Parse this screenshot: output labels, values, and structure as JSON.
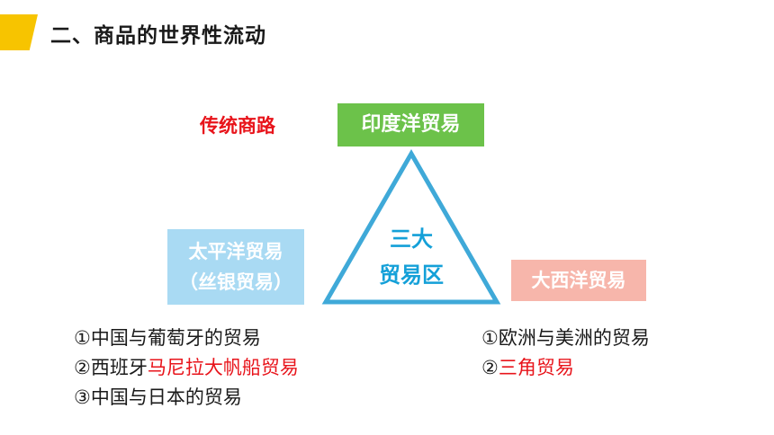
{
  "header": {
    "title": "二、商品的世界性流动"
  },
  "diagram": {
    "traditional_label": "传统商路",
    "indian_ocean": "印度洋贸易",
    "pacific_line1": "太平洋贸易",
    "pacific_line2": "（丝银贸易）",
    "atlantic": "大西洋贸易",
    "center_line1": "三大",
    "center_line2": "贸易区"
  },
  "pacific_list": [
    {
      "prefix": "①中国与葡萄牙的贸易",
      "highlight": ""
    },
    {
      "prefix": "②西班牙",
      "highlight": "马尼拉大帆船贸易"
    },
    {
      "prefix": "③中国与日本的贸易",
      "highlight": ""
    }
  ],
  "atlantic_list": [
    {
      "prefix": "①欧洲与美洲的贸易",
      "highlight": ""
    },
    {
      "prefix": "②",
      "highlight": "三角贸易"
    }
  ],
  "colors": {
    "accent_yellow": "#f7c400",
    "indian_green": "#6cc24a",
    "pacific_blue": "#a9daf3",
    "atlantic_pink": "#f7b6ab",
    "triangle_blue": "#3fa9d8",
    "highlight_red": "#e8141b"
  }
}
